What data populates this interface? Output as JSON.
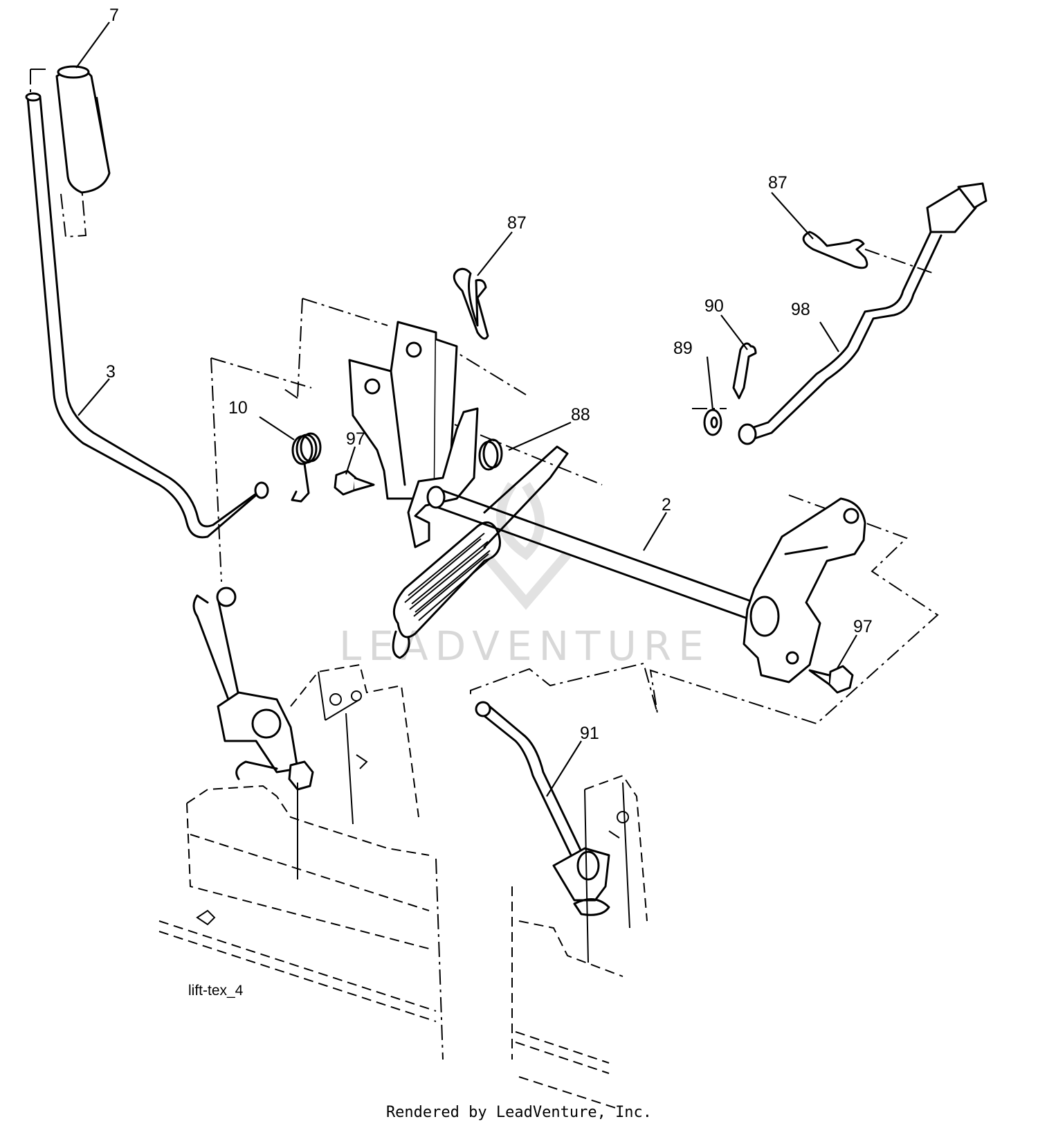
{
  "diagram": {
    "drawing_ref": "lift-tex_4",
    "watermark": "LEADVENTURE",
    "credit": "Rendered by LeadVenture, Inc.",
    "callouts": [
      {
        "id": "c7",
        "label": "7"
      },
      {
        "id": "c3",
        "label": "3"
      },
      {
        "id": "c10",
        "label": "10"
      },
      {
        "id": "c97a",
        "label": "97"
      },
      {
        "id": "c87a",
        "label": "87"
      },
      {
        "id": "c88",
        "label": "88"
      },
      {
        "id": "c2",
        "label": "2"
      },
      {
        "id": "c87b",
        "label": "87"
      },
      {
        "id": "c90",
        "label": "90"
      },
      {
        "id": "c98",
        "label": "98"
      },
      {
        "id": "c89",
        "label": "89"
      },
      {
        "id": "c97b",
        "label": "97"
      },
      {
        "id": "c91",
        "label": "91"
      }
    ]
  }
}
